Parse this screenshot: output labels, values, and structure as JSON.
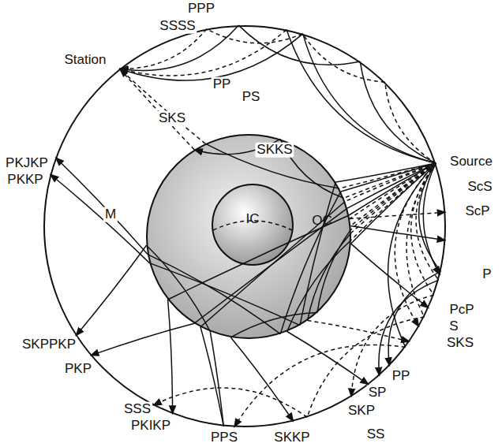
{
  "diagram": {
    "nodes": [
      {
        "text": [
          "M"
        ]
      },
      {
        "text": [
          "OC"
        ],
        "in": 0
      },
      {
        "text": [
          "IC"
        ],
        "in": 1
      }
    ],
    "labels": [
      "Station",
      "PPP",
      "SSSS",
      "PP",
      "PS",
      "SKS",
      "SKKS",
      "Source",
      "PKJKP",
      "PKKP",
      "ScS",
      "ScP",
      "P",
      "PcP",
      "S",
      "SKS",
      "SKPPKP",
      "PKP",
      "PP",
      "SP",
      "SKP",
      "SSS",
      "SS",
      "PKIKP",
      "PPS",
      "SKKP"
    ]
  }
}
